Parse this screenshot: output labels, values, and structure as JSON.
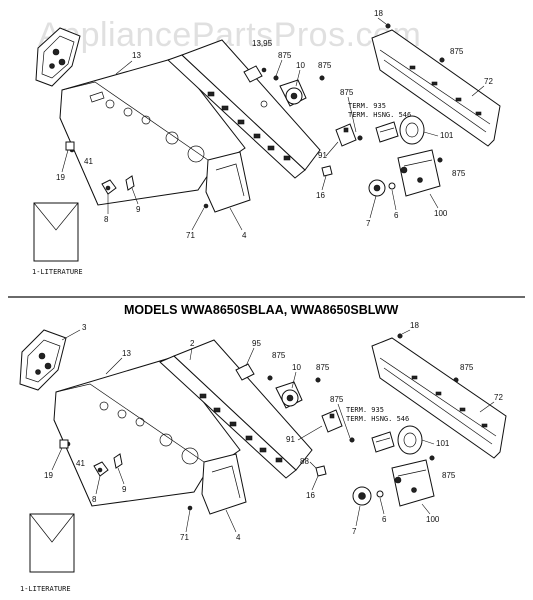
{
  "watermark": "AppliancePartsPros.com",
  "section_title": "MODELS WWA8650SBLAA, WWA8650SBLWW",
  "literature_label": "1-LITERATURE",
  "term_labels": {
    "term": "TERM. 935",
    "housing": "TERM. HSNG. 546"
  },
  "upper_callouts": [
    "13",
    "13,95",
    "875",
    "10",
    "875",
    "875",
    "18",
    "875",
    "72",
    "101",
    "91",
    "875",
    "16",
    "7",
    "6",
    "100",
    "19",
    "41",
    "8",
    "9",
    "71",
    "4"
  ],
  "lower_callouts": [
    "3",
    "13",
    "2",
    "95",
    "875",
    "10",
    "875",
    "18",
    "875",
    "72",
    "875",
    "101",
    "91",
    "88",
    "875",
    "16",
    "7",
    "6",
    "100",
    "19",
    "41",
    "8",
    "9",
    "71",
    "4"
  ]
}
